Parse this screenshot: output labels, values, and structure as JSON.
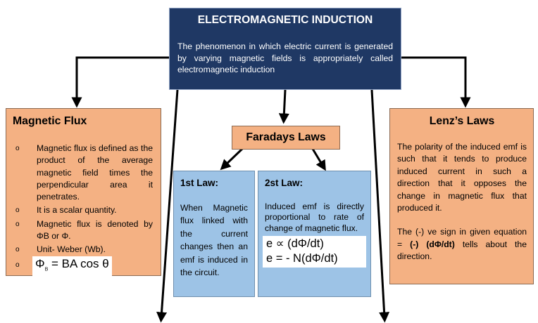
{
  "main": {
    "title": "ELECTROMAGNETIC INDUCTION",
    "description": "The phenomenon in which electric current is generated by varying magnetic fields is appropriately called electromagnetic induction"
  },
  "magnetic_flux": {
    "title": "Magnetic Flux",
    "bullet_symbol": "o",
    "items": [
      "Magnetic flux is defined as the product of the average magnetic field times the perpendicular area it penetrates.",
      "It is a scalar quantity.",
      "Magnetic flux is denoted by ΦB or Φ.",
      "Unit- Weber (Wb)."
    ],
    "formula_symbol": "Φ",
    "formula_subscript": "B",
    "formula_rest": " = BA cos θ"
  },
  "faradays": {
    "title": "Faradays Laws",
    "first": {
      "title": "1st Law:",
      "text": "When Magnetic flux linked with the current changes then an emf is induced in the circuit."
    },
    "second": {
      "title": "2st Law:",
      "text": "Induced emf is directly proportional to rate of change of magnetic flux.",
      "formula1": "e ∝ (dΦ/dt)",
      "formula2": "e = - N(dΦ/dt)"
    }
  },
  "lenz": {
    "title": "Lenz’s Laws",
    "para1": "The polarity of the induced emf is such that it tends to produce induced current in such a direction that it opposes the change in magnetic flux that produced it.",
    "para2_prefix": "The (-) ve sign in given equation = ",
    "para2_bold": "(-) (dΦ/dt)",
    "para2_suffix": " tells about the direction."
  }
}
